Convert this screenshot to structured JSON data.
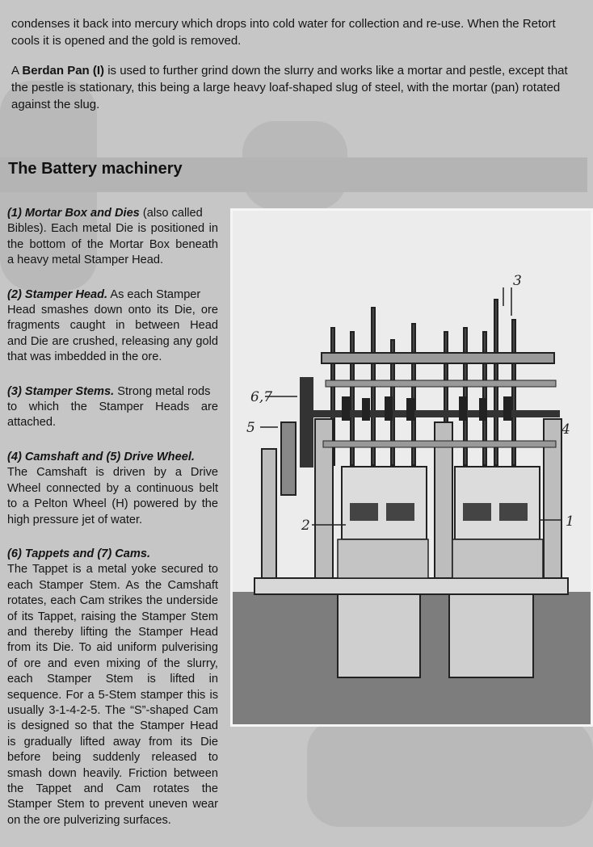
{
  "intro": {
    "p1_lines": [
      "condenses it back into mercury which drops into cold water for collection and re-use.  When the Retort",
      "cools it is opened and the gold is removed."
    ],
    "p2_prefix": "A ",
    "p2_bold": "Berdan Pan (I)",
    "p2_line1_rest": " is used to further grind down the slurry and works like a mortar and pestle, except that",
    "p2_lines": [
      "the pestle is stationary, this being a large heavy loaf-shaped slug of steel, with the mortar (pan) rotated",
      "against the slug."
    ]
  },
  "section": {
    "heading": "The Battery machinery",
    "paragraphs": [
      {
        "title": "(1) Mortar Box and Dies",
        "first_rest": " (also called",
        "lines": [
          "Bibles). Each metal Die is positioned in",
          "the bottom of the Mortar Box beneath",
          "a heavy metal Stamper Head."
        ]
      },
      {
        "title": "(2) Stamper Head.",
        "first_rest": " As each Stamper",
        "lines": [
          "Head smashes down onto its Die, ore",
          "fragments caught in between Head",
          "and Die are crushed, releasing any gold",
          "that was imbedded in the ore."
        ]
      },
      {
        "title": "(3) Stamper Stems.",
        "first_rest": " Strong metal rods",
        "lines": [
          "to which the Stamper Heads are",
          "attached."
        ]
      },
      {
        "title": "(4) Camshaft and  (5) Drive Wheel.",
        "first_rest": "",
        "lines": [
          "The Camshaft  is driven by a Drive",
          "Wheel connected by a continuous belt",
          "to a Pelton Wheel (H) powered by the",
          "high pressure jet of water."
        ]
      },
      {
        "title": "(6) Tappets and (7) Cams.",
        "first_rest": "",
        "lines": [
          "The Tappet is a metal yoke secured to",
          "each Stamper Stem. As the Camshaft",
          "rotates, each Cam strikes the underside",
          "of its Tappet, raising the Stamper Stem",
          "and thereby lifting the Stamper Head",
          "from its Die. To aid uniform pulverising",
          "of ore and even mixing of the slurry,",
          "each Stamper Stem is lifted in",
          "sequence. For a 5-Stem stamper this is",
          "usually 3-1-4-2-5. The “S”-shaped Cam",
          "is designed so that the Stamper Head",
          "is gradually lifted away from its Die",
          "before being suddenly released to",
          "smash down heavily. Friction between",
          "the Tappet and Cam  rotates the",
          "Stamper Stem to prevent uneven wear",
          "on the ore pulverizing surfaces."
        ]
      }
    ]
  },
  "diagram": {
    "labels": {
      "stems": "3",
      "tappets_cams": "6,7",
      "drive_wheel": "5",
      "camshaft": "4",
      "stamper_head": "2",
      "mortar_box": "1"
    }
  }
}
